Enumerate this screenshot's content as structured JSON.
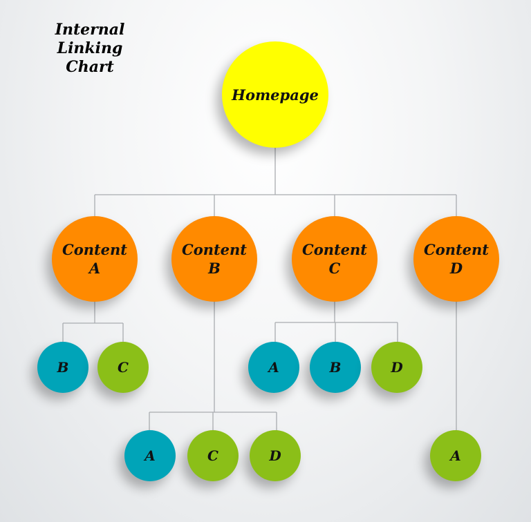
{
  "title_line1": "Internal Linking",
  "title_line2": "Chart",
  "colors": {
    "root": "#ffff00",
    "content": "#ff8a00",
    "link_teal": "#00a4b8",
    "link_green": "#8bbf18"
  },
  "root": {
    "label": "Homepage"
  },
  "contents": [
    {
      "label_line1": "Content",
      "label_line2": "A",
      "links": [
        "B",
        "C"
      ]
    },
    {
      "label_line1": "Content",
      "label_line2": "B",
      "links": [
        "A",
        "C",
        "D"
      ]
    },
    {
      "label_line1": "Content",
      "label_line2": "C",
      "links": [
        "A",
        "B",
        "D"
      ]
    },
    {
      "label_line1": "Content",
      "label_line2": "D",
      "links": [
        "A"
      ]
    }
  ]
}
